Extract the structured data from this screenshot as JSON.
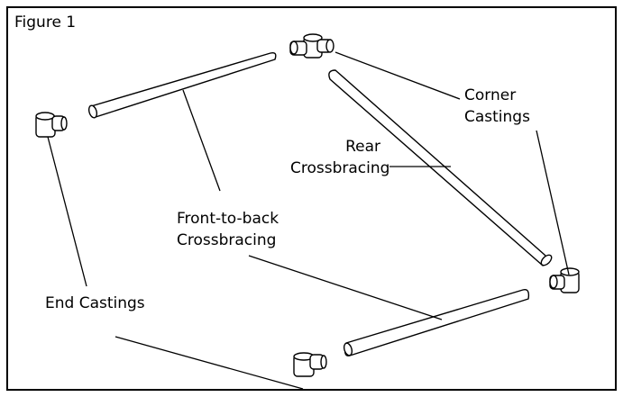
{
  "figure": {
    "title": "Figure 1",
    "labels": {
      "corner_castings_line1": "Corner",
      "corner_castings_line2": "Castings",
      "rear_crossbracing_line1": "Rear",
      "rear_crossbracing_line2": "Crossbracing",
      "front_to_back_line1": "Front-to-back",
      "front_to_back_line2": "Crossbracing",
      "end_castings": "End Castings"
    }
  }
}
